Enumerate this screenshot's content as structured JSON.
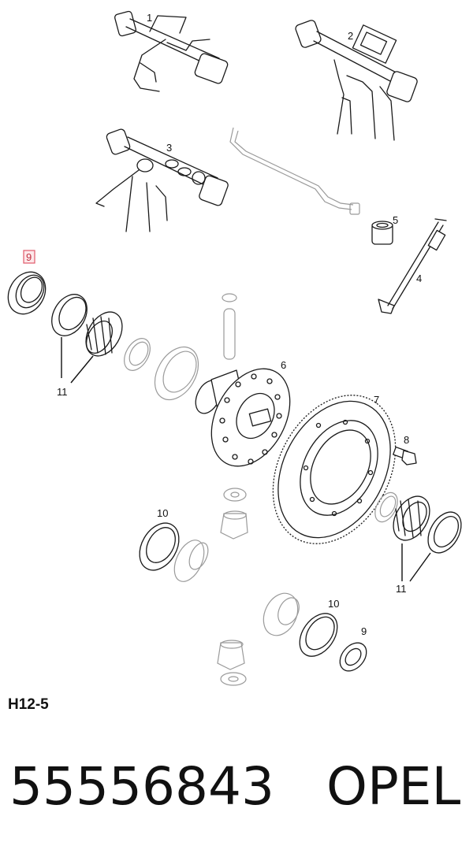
{
  "diagram": {
    "callouts": {
      "c1": "1",
      "c2": "2",
      "c3": "3",
      "c4": "4",
      "c5": "5",
      "c6": "6",
      "c7": "7",
      "c8": "8",
      "c9_highlight": "9",
      "c9": "9",
      "c10a": "10",
      "c10b": "10",
      "c11a": "11",
      "c11b": "11"
    },
    "highlight_color": "#e05a6a"
  },
  "caption": {
    "diagram_code": "H12-5",
    "part_number": "55556843",
    "brand": "OPEL"
  }
}
